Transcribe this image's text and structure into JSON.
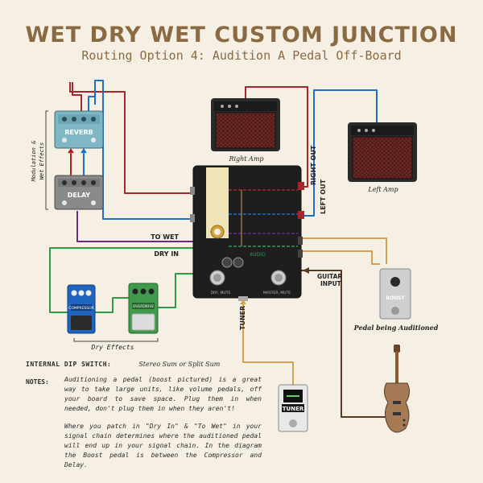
{
  "title": "WET DRY WET CUSTOM JUNCTION",
  "subtitle": "Routing Option 4: Audition A Pedal Off-Board",
  "labels": {
    "right_amp": "Right Amp",
    "left_amp": "Left Amp",
    "right_out": "RIGHT OUT",
    "left_out": "LEFT OUT",
    "to_wet": "TO WET",
    "dry_in": "DRY IN",
    "guitar_input_line1": "GUITAR",
    "guitar_input_line2": "INPUT",
    "tuner_label": "TUNER",
    "boost_caption": "Pedal being Auditioned",
    "dry_effects": "Dry Effects",
    "wet_effects_line1": "Modulation &",
    "wet_effects_line2": "Wet Effects"
  },
  "pedals": {
    "reverb": "REVERB",
    "delay": "DELAY",
    "compressor": "COMPRESSOR",
    "overdrive": "OVERDRIVE",
    "boost": "BOOST",
    "tuner": "TUNER"
  },
  "junction": {
    "brand": "AUDIO",
    "knob_left_label": "DRY, MUTE",
    "knob_right_label": "MASTER, MUTE"
  },
  "dip_switch": {
    "label": "INTERNAL DIP SWITCH:",
    "value": "Stereo Sum or Split Sum"
  },
  "notes": {
    "label": "NOTES:",
    "para1": "Auditioning a pedal (boost pictured) is a great way to take large units, like volume pedals, off your board to save space. Plug them in when needed, don't plug them in when they aren't!",
    "para2": "Where you patch in \"Dry In\" & \"To Wet\" in your signal chain determines where the auditioned pedal will end up in your signal chain. In the diagram the Boost pedal is between the Compressor and Delay."
  },
  "colors": {
    "background": "#f6efe3",
    "accent_brown": "#8a6a43",
    "cable_red": "#a8262b",
    "cable_blue": "#1f6fc4",
    "cable_purple": "#6a2a8c",
    "cable_green": "#2f9a48",
    "cable_tan": "#d0a252",
    "cable_brown": "#5a3a22"
  }
}
